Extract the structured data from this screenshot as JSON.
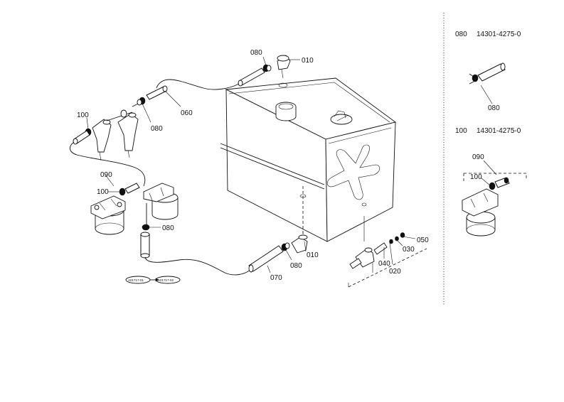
{
  "labels": {
    "p010_top": "010",
    "p080_top": "080",
    "p060": "060",
    "p080_mid": "080",
    "p100_left": "100",
    "p090_left": "090",
    "p100_left2": "100",
    "p080_filter": "080",
    "p010_bottom": "010",
    "p080_bottom": "080",
    "p070": "070",
    "p040": "040",
    "p020": "020",
    "p030": "030",
    "p050": "050",
    "inset_080_callout": "080",
    "inset_090_callout": "090",
    "inset_100_callout": "100"
  },
  "references": {
    "ref_a": "A01717-01",
    "ref_b": "A01717-02"
  },
  "inset": {
    "part_080_number": "080",
    "part_080_code": "14301-4275-0",
    "part_100_number": "100",
    "part_100_code": "14301-4275-0"
  }
}
